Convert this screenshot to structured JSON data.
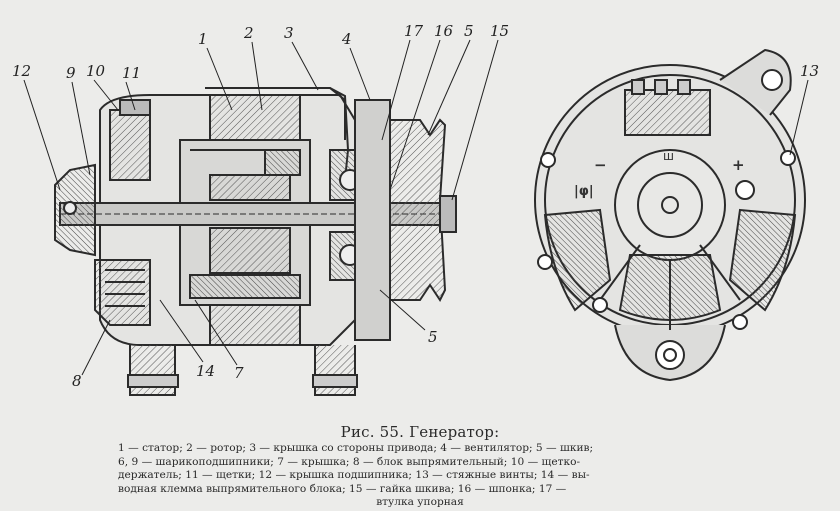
{
  "figure": {
    "labels_left": [
      {
        "id": "1",
        "text": "1"
      },
      {
        "id": "2",
        "text": "2"
      },
      {
        "id": "3",
        "text": "3"
      },
      {
        "id": "4",
        "text": "4"
      },
      {
        "id": "17",
        "text": "17"
      },
      {
        "id": "16",
        "text": "16"
      },
      {
        "id": "5a",
        "text": "5"
      },
      {
        "id": "15",
        "text": "15"
      },
      {
        "id": "12",
        "text": "12"
      },
      {
        "id": "9",
        "text": "9"
      },
      {
        "id": "10",
        "text": "10"
      },
      {
        "id": "11",
        "text": "11"
      },
      {
        "id": "5b",
        "text": "5"
      },
      {
        "id": "8",
        "text": "8"
      },
      {
        "id": "14",
        "text": "14"
      },
      {
        "id": "7",
        "text": "7"
      }
    ],
    "labels_right": [
      {
        "id": "13",
        "text": "13"
      }
    ],
    "markings": {
      "minus": "−",
      "plus": "+",
      "ground": "ш",
      "term": "|φ|"
    }
  },
  "caption": {
    "title": "Рис. 55. Генератор:",
    "lines": [
      "1 — статор; 2 — ротор; 3 — крышка со стороны привода; 4 — вентилятор; 5 — шкив;",
      "6, 9 — шарикоподшипники; 7 — крышка; 8 — блок выпрямительный; 10 — щетко-",
      "держатель; 11 — щетки; 12 — крышка подшипника; 13 — стяжные винты; 14 — вы-",
      "водная клемма выпрямительного блока; 15 — гайка шкива; 16 — шпонка; 17 —",
      "втулка упорная"
    ]
  }
}
